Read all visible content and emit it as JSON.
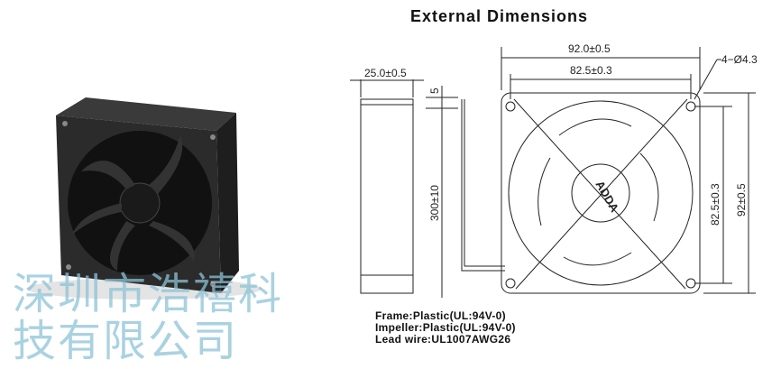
{
  "title": "External Dimensions",
  "dimensions": {
    "depth": "25.0±0.5",
    "offset": "5",
    "lead_length": "300±10",
    "width_outer": "92.0±0.5",
    "width_holes": "82.5±0.3",
    "height_holes": "82.5±0.3",
    "height_outer": "92±0.5",
    "holes": "4−Ø4.3"
  },
  "logo": "ADDA",
  "specs": [
    "Frame:Plastic(UL:94V-0)",
    "Impeller:Plastic(UL:94V-0)",
    "Lead wire:UL1007AWG26"
  ],
  "watermark": "深圳市浩禧科技有限公司"
}
